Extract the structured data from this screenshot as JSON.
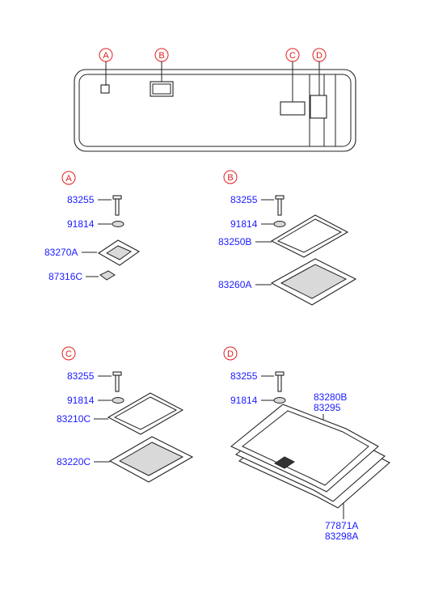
{
  "overview": {
    "tags": [
      "A",
      "B",
      "C",
      "D"
    ]
  },
  "sections": {
    "A": {
      "tag": "A",
      "labels": [
        "83255",
        "91814",
        "83270A",
        "87316C"
      ]
    },
    "B": {
      "tag": "B",
      "labels": [
        "83255",
        "91814",
        "83250B",
        "83260A"
      ]
    },
    "C": {
      "tag": "C",
      "labels": [
        "83255",
        "91814",
        "83210C",
        "83220C"
      ]
    },
    "D": {
      "tag": "D",
      "labels": [
        "83255",
        "91814",
        "83280B",
        "83295",
        "77871A",
        "83298A"
      ]
    }
  },
  "colors": {
    "part_number": "#1a1aff",
    "callout": "#e02020",
    "line": "#222222"
  }
}
